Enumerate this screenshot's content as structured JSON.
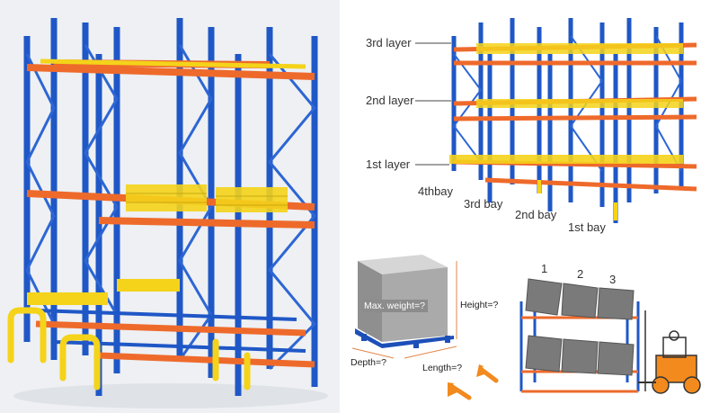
{
  "layers": {
    "third": "3rd layer",
    "second": "2nd layer",
    "first": "1st layer"
  },
  "bays": {
    "fourth": "4thbay",
    "third": "3rd bay",
    "second": "2nd bay",
    "first": "1st bay"
  },
  "box": {
    "weight": "Max. weight=?",
    "height": "Height=?",
    "depth": "Depth=?",
    "length": "Length=?"
  },
  "positions": [
    "1",
    "2",
    "3"
  ],
  "colors": {
    "upright_blue": "#1f57c6",
    "beam_orange": "#ee6a2b",
    "rail_yellow": "#f4d31a",
    "arrow_orange": "#f28a1e",
    "pallet_blue": "#1d4fb8"
  }
}
